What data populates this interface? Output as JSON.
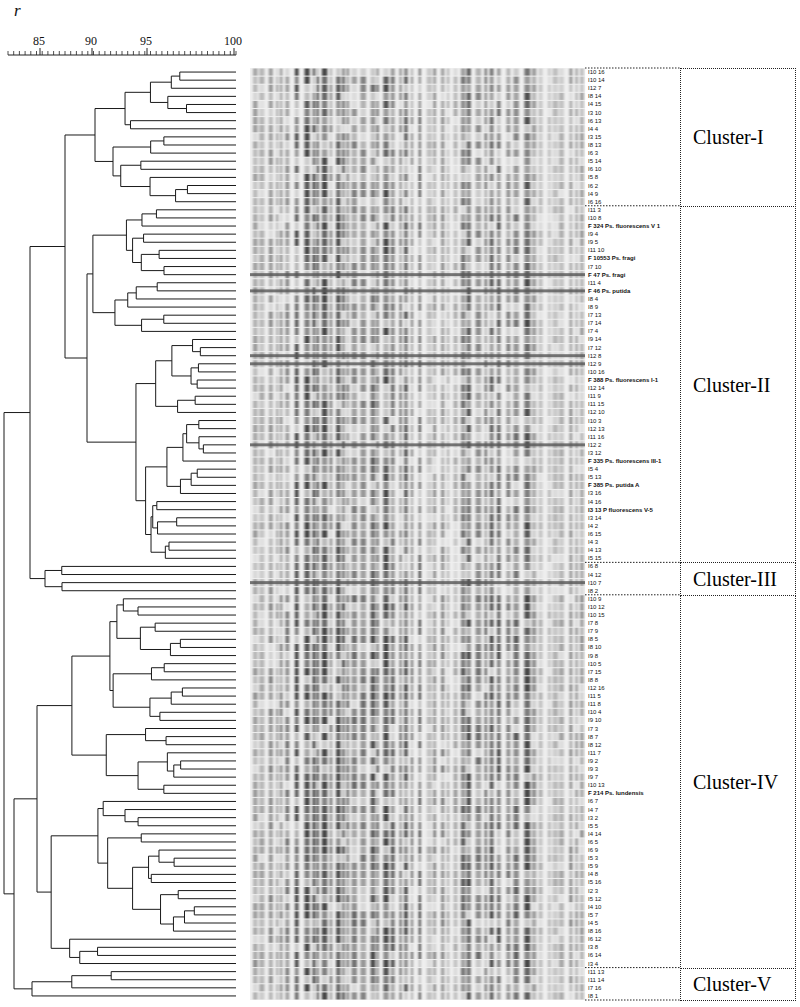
{
  "diagram": {
    "nodes": [
      {
        "text": [
          "Cluster-I"
        ]
      },
      {
        "text": [
          "Cluster-II"
        ]
      },
      {
        "text": [
          "Cluster-III"
        ]
      },
      {
        "text": [
          "Cluster-IV"
        ]
      },
      {
        "text": [
          "Cluster-V"
        ]
      }
    ],
    "labels": [
      "r",
      "85",
      "90",
      "95",
      "100",
      "I10 16",
      "I10 14",
      "I12 7",
      "I8 14",
      "I4 15",
      "I3 10",
      "I6 13",
      "I4 4",
      "I3 15",
      "I8 13",
      "I6 3",
      "I5 14",
      "I6 10",
      "I5 8",
      "I6 2",
      "I4 9",
      "I6 16",
      "I11 3",
      "I10 8",
      "F 324 Ps. fluorescens V 1",
      "I9 4",
      "I9 5",
      "I11 10",
      "F 10553 Ps. fragi",
      "I7 10",
      "F 47 Ps. fragi",
      "I11 4",
      "F 46 Ps. putida",
      "I8 4",
      "I8 9",
      "I7 13",
      "I7 14",
      "I7 4",
      "I9 14",
      "I7 12",
      "I12 8",
      "I12 9",
      "I10 16",
      "F 388 Ps. fluorescens I-1",
      "I12 14",
      "I11 9",
      "I11 15",
      "I12 10",
      "I10 3",
      "I12 13",
      "I11 16",
      "I12 2",
      "I3 12",
      "F 335 Ps. fluorescens III-1",
      "I5 4",
      "I5 13",
      "F 385 Ps. putida A",
      "I3 16",
      "I4 16",
      "I3 13 P fluorescens V-5",
      "I3 14",
      "I4 2",
      "I6 15",
      "I4 3",
      "I4 13",
      "I5 15",
      "I6 8",
      "I4 12",
      "I10 7",
      "I8 2",
      "I10 9",
      "I10 12",
      "I10 15",
      "I7 8",
      "I7 9",
      "I8 5",
      "I8 10",
      "I9 8",
      "I10 5",
      "I7 15",
      "I8 8",
      "I12 16",
      "I11 5",
      "I11 8",
      "I10 4",
      "I9 10",
      "I7 3",
      "I8 7",
      "I8 12",
      "I11 7",
      "I9 2",
      "I9 3",
      "I9 7",
      "I10 13",
      "F 214 Ps. lundensis",
      "I6 7",
      "I4 7",
      "I3 2",
      "I5 5",
      "I4 14",
      "I6 5",
      "I6 9",
      "I5 3",
      "I5 9",
      "I4 8",
      "I5 16",
      "I2 3",
      "I5 12",
      "I4 10",
      "I5 7",
      "I4 5",
      "I8 16",
      "I6 12",
      "I3 8",
      "I6 14",
      "I3 4",
      "I11 13",
      "I11 14",
      "I7 16",
      "I8 1"
    ]
  }
}
